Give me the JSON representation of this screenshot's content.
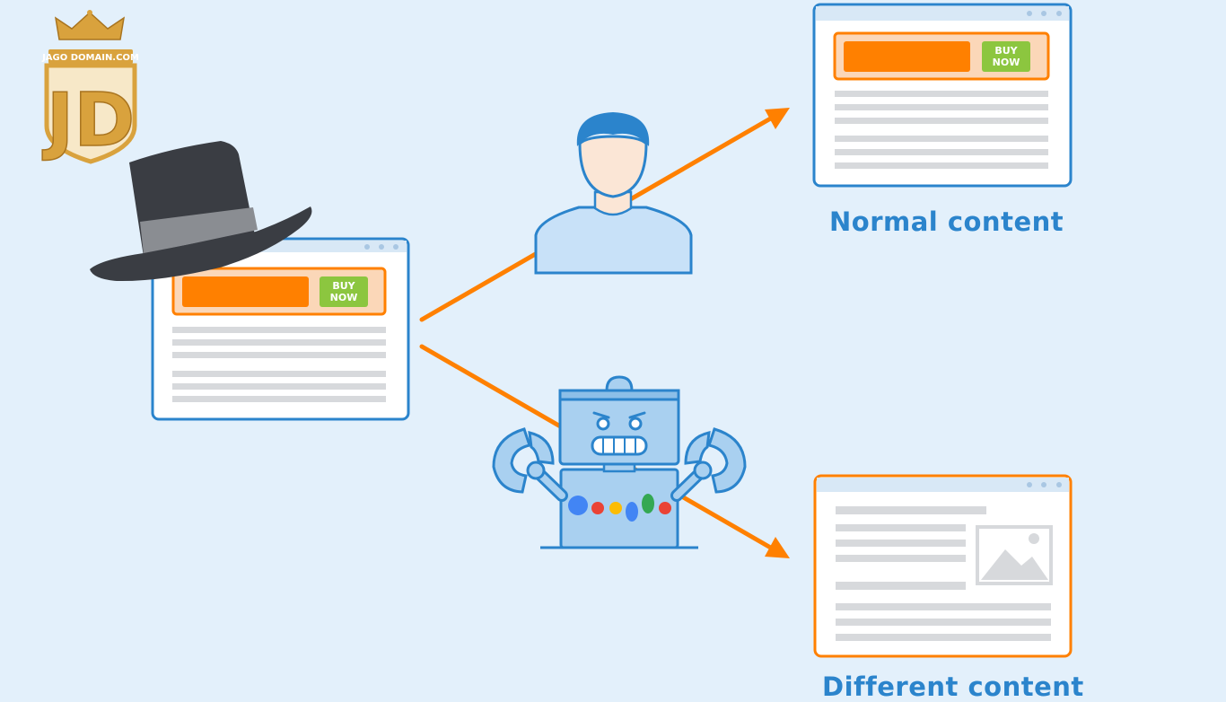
{
  "logo": {
    "brand_text": "JAGO DOMAIN.COM",
    "monogram": "JD",
    "colors": {
      "gold": "#d9a23d",
      "gold_dark": "#a9741f"
    }
  },
  "cloaked_page": {
    "button_line1": "BUY",
    "button_line2": "NOW"
  },
  "normal_page": {
    "button_line1": "BUY",
    "button_line2": "NOW",
    "caption": "Normal content"
  },
  "different_page": {
    "caption": "Different content"
  },
  "icons": [
    "black-hat-icon",
    "user-icon",
    "search-robot-icon",
    "image-placeholder-icon",
    "arrow-icon"
  ],
  "colors": {
    "background": "#e3f0fb",
    "blue": "#2b84cc",
    "orange": "#ff8000",
    "green_button": "#8cc63f",
    "grey_line": "#d7d9dc",
    "hat": "#3a3d43"
  }
}
